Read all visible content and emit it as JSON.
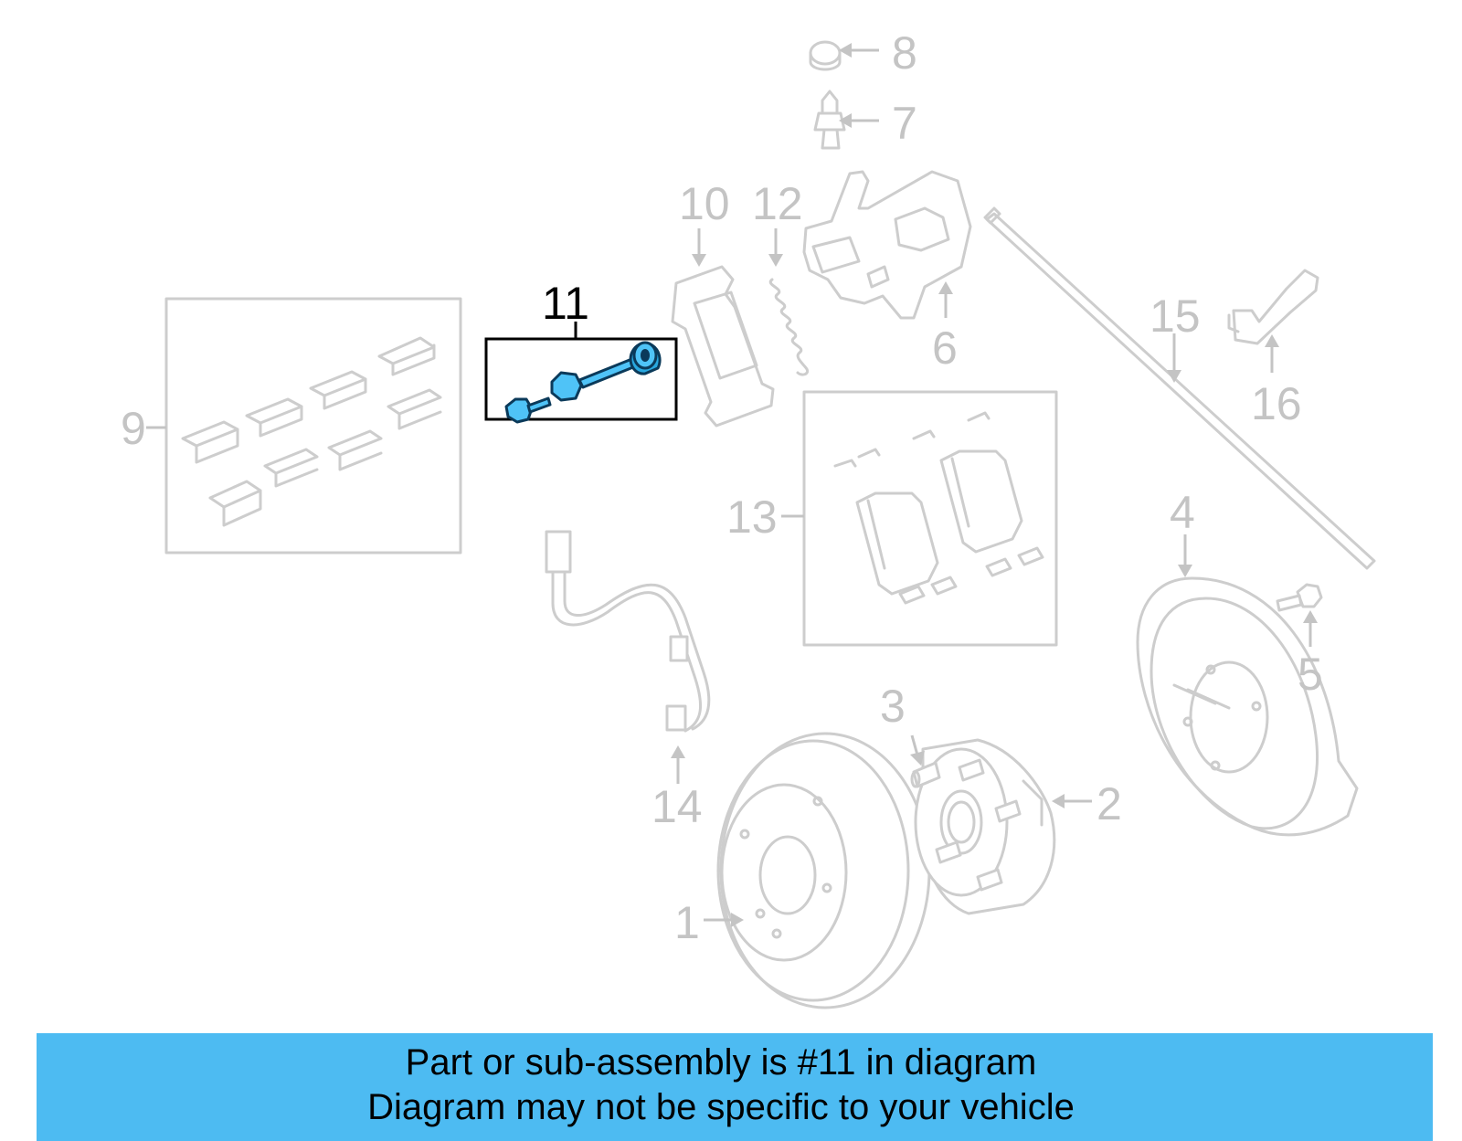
{
  "diagram": {
    "callouts": {
      "c1": "1",
      "c2": "2",
      "c3": "3",
      "c4": "4",
      "c5": "5",
      "c6": "6",
      "c7": "7",
      "c8": "8",
      "c9": "9",
      "c10": "10",
      "c11": "11",
      "c12": "12",
      "c13": "13",
      "c14": "14",
      "c15": "15",
      "c16": "16"
    },
    "highlighted_part": "11",
    "highlight_color": "#4fc3f7",
    "part_line_color": "#cdcdcd"
  },
  "banner": {
    "line1": "Part or sub-assembly is #11 in diagram",
    "line2": "Diagram may not be specific to your vehicle",
    "background": "#4dbbf2"
  }
}
